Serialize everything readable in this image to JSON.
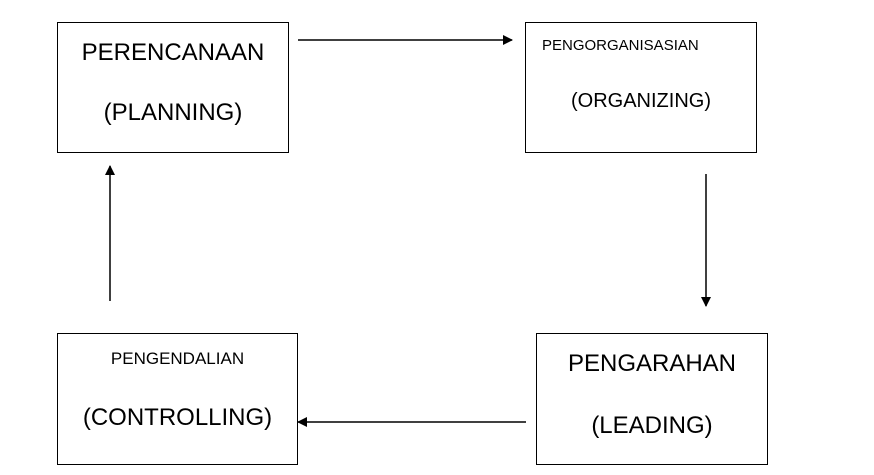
{
  "boxes": {
    "planning": {
      "line1": "PERENCANAAN",
      "line2": "(PLANNING)"
    },
    "organizing": {
      "line1": "PENGORGANISASIAN",
      "line2": "(ORGANIZING)"
    },
    "leading": {
      "line1": "PENGARAHAN",
      "line2": "(LEADING)"
    },
    "controlling": {
      "line1": "PENGENDALIAN",
      "line2": "(CONTROLLING)"
    }
  },
  "edges": [
    {
      "from": "planning",
      "to": "organizing"
    },
    {
      "from": "organizing",
      "to": "leading"
    },
    {
      "from": "leading",
      "to": "controlling"
    },
    {
      "from": "controlling",
      "to": "planning"
    }
  ],
  "colors": {
    "stroke": "#000000",
    "background": "#ffffff"
  }
}
